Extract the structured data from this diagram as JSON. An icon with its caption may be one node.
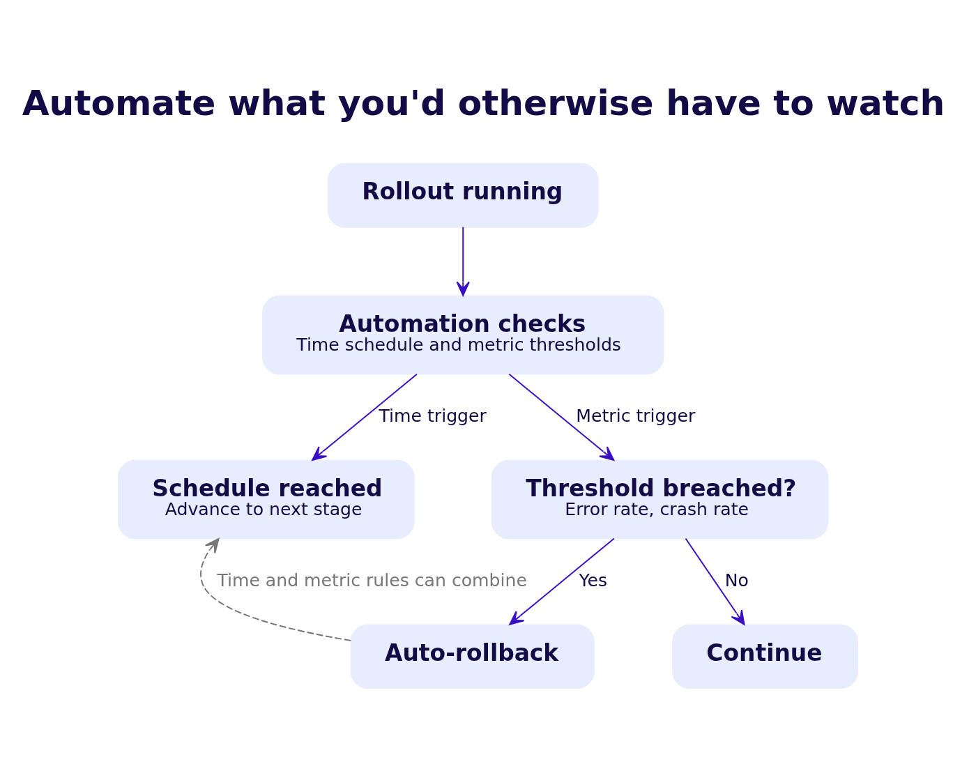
{
  "diagram": {
    "title": "Automate what you'd otherwise have to watch",
    "nodes": [
      {
        "text": [
          "Rollout running"
        ]
      },
      {
        "text": [
          "Automation checks",
          "Time schedule and metric thresholds"
        ]
      },
      {
        "text": [
          "Schedule reached",
          "Advance to next stage"
        ]
      },
      {
        "text": [
          "Threshold breached?",
          "Error rate, crash rate"
        ]
      },
      {
        "text": [
          "Auto-rollback"
        ]
      },
      {
        "text": [
          "Continue"
        ]
      }
    ],
    "edges": [
      {
        "from": 0,
        "to": 1,
        "arrow": "to"
      },
      {
        "from": 1,
        "to": 2,
        "arrow": "to",
        "label": "Time trigger"
      },
      {
        "from": 1,
        "to": 3,
        "arrow": "to",
        "label": "Metric trigger"
      },
      {
        "from": 3,
        "to": 4,
        "arrow": "to",
        "label": "Yes"
      },
      {
        "from": 3,
        "to": 5,
        "arrow": "to",
        "label": "No"
      },
      {
        "from": 4,
        "to": 2,
        "arrow": "to",
        "label": "Time and metric rules can combine",
        "style": "dashed",
        "color": "#777777"
      }
    ]
  }
}
